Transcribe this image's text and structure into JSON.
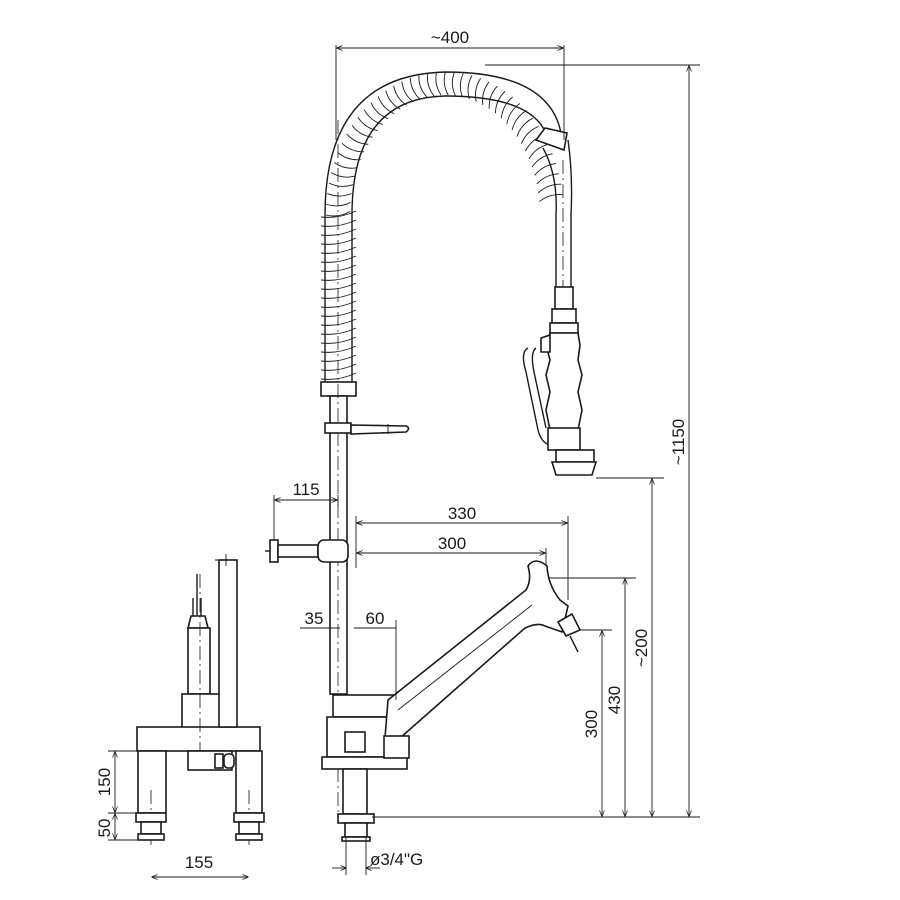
{
  "dimensions": {
    "overall_width": "~400",
    "overall_height": "~1150",
    "wall_bracket_offset": "115",
    "spout_reach_outer": "330",
    "spout_reach_inner": "300",
    "spray_head_height": "~200",
    "spout_height_top": "430",
    "spout_height_outlet": "300",
    "body_offset_left": "35",
    "body_offset_right": "60",
    "side_body_height": "150",
    "side_leg_height": "50",
    "side_centers": "155",
    "inlet_connection": "ø3/4\"G"
  },
  "colors": {
    "line": "#1a1a1a",
    "background": "#ffffff"
  }
}
